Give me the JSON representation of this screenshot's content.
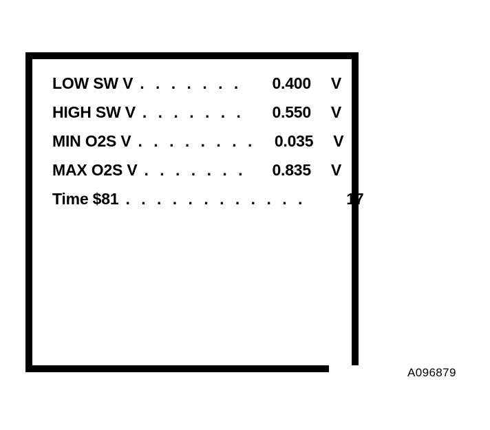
{
  "panel": {
    "rows": [
      {
        "label": "LOW SW V",
        "dots": ". . . . . . .",
        "value": "0.400",
        "unit": "V"
      },
      {
        "label": "HIGH SW V",
        "dots": ". . . . . . .",
        "value": "0.550",
        "unit": "V"
      },
      {
        "label": "MIN O2S V",
        "dots": ". . . . . . . .",
        "value": "0.035",
        "unit": "V"
      },
      {
        "label": "MAX O2S V",
        "dots": ". . . . . . .",
        "value": "0.835",
        "unit": "V"
      },
      {
        "label": "Time  $81",
        "dots": ". . . . . . . . . . . .",
        "value": "17",
        "unit": ""
      }
    ]
  },
  "figure": {
    "reference": "A096879"
  },
  "colors": {
    "ink": "#000000",
    "background": "#ffffff"
  }
}
